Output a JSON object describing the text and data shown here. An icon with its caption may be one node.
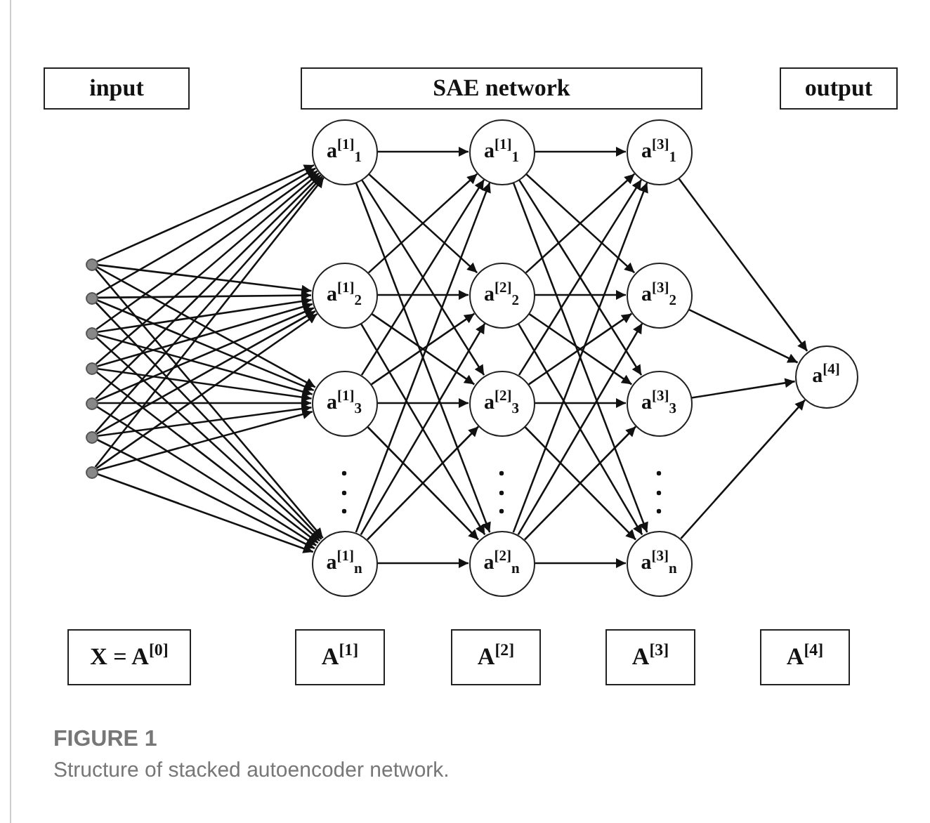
{
  "diagram": {
    "caption": "Structure of stacked autoencoder network.",
    "nodes": [
      {
        "text": [
          "input"
        ]
      },
      {
        "text": [
          "SAE network"
        ]
      },
      {
        "text": [
          "output"
        ]
      },
      {
        "text": [],
        "shape": "circle"
      },
      {
        "text": [],
        "shape": "circle"
      },
      {
        "text": [],
        "shape": "circle"
      },
      {
        "text": [],
        "shape": "circle"
      },
      {
        "text": [],
        "shape": "circle"
      },
      {
        "text": [],
        "shape": "circle"
      },
      {
        "text": [],
        "shape": "circle"
      },
      {
        "text": [
          "a$^{[1]}$$_{1}$"
        ]
      },
      {
        "text": [
          "a$^{[1]}$$_{2}$"
        ]
      },
      {
        "text": [
          "a$^{[1]}$$_{3}$"
        ]
      },
      {
        "text": [
          "a$^{[1]}$$_{n}$"
        ]
      },
      {
        "text": [
          "a$^{[1]}$$_{1}$"
        ]
      },
      {
        "text": [
          "a$^{[2]}$$_{2}$"
        ]
      },
      {
        "text": [
          "a$^{[2]}$$_{3}$"
        ]
      },
      {
        "text": [
          "a$^{[2]}$$_{n}$"
        ]
      },
      {
        "text": [
          "a$^{[3]}$$_{1}$"
        ]
      },
      {
        "text": [
          "a$^{[3]}$$_{2}$"
        ]
      },
      {
        "text": [
          "a$^{[3]}$$_{3}$"
        ]
      },
      {
        "text": [
          "a$^{[3]}$$_{n}$"
        ]
      },
      {
        "text": [
          "a$^{[4]}$"
        ]
      },
      {
        "text": [
          "X = A$^{[0]}$"
        ]
      },
      {
        "text": [
          "A$^{[1]}$"
        ]
      },
      {
        "text": [
          "A$^{[2]}$"
        ]
      },
      {
        "text": [
          "A$^{[3]}$"
        ]
      },
      {
        "text": [
          "A$^{[4]}$"
        ]
      }
    ],
    "edges": [
      {
        "from": 3,
        "to": 10,
        "arrow": "to"
      },
      {
        "from": 3,
        "to": 11,
        "arrow": "to"
      },
      {
        "from": 3,
        "to": 12,
        "arrow": "to"
      },
      {
        "from": 3,
        "to": 13,
        "arrow": "to"
      },
      {
        "from": 4,
        "to": 10,
        "arrow": "to"
      },
      {
        "from": 4,
        "to": 11,
        "arrow": "to"
      },
      {
        "from": 4,
        "to": 12,
        "arrow": "to"
      },
      {
        "from": 4,
        "to": 13,
        "arrow": "to"
      },
      {
        "from": 5,
        "to": 10,
        "arrow": "to"
      },
      {
        "from": 5,
        "to": 11,
        "arrow": "to"
      },
      {
        "from": 5,
        "to": 12,
        "arrow": "to"
      },
      {
        "from": 5,
        "to": 13,
        "arrow": "to"
      },
      {
        "from": 6,
        "to": 10,
        "arrow": "to"
      },
      {
        "from": 6,
        "to": 11,
        "arrow": "to"
      },
      {
        "from": 6,
        "to": 12,
        "arrow": "to"
      },
      {
        "from": 6,
        "to": 13,
        "arrow": "to"
      },
      {
        "from": 7,
        "to": 10,
        "arrow": "to"
      },
      {
        "from": 7,
        "to": 11,
        "arrow": "to"
      },
      {
        "from": 7,
        "to": 12,
        "arrow": "to"
      },
      {
        "from": 7,
        "to": 13,
        "arrow": "to"
      },
      {
        "from": 8,
        "to": 10,
        "arrow": "to"
      },
      {
        "from": 8,
        "to": 11,
        "arrow": "to"
      },
      {
        "from": 8,
        "to": 12,
        "arrow": "to"
      },
      {
        "from": 8,
        "to": 13,
        "arrow": "to"
      },
      {
        "from": 9,
        "to": 10,
        "arrow": "to"
      },
      {
        "from": 9,
        "to": 11,
        "arrow": "to"
      },
      {
        "from": 9,
        "to": 12,
        "arrow": "to"
      },
      {
        "from": 9,
        "to": 13,
        "arrow": "to"
      },
      {
        "from": 10,
        "to": 14,
        "arrow": "to"
      },
      {
        "from": 10,
        "to": 15,
        "arrow": "to"
      },
      {
        "from": 10,
        "to": 16,
        "arrow": "to"
      },
      {
        "from": 10,
        "to": 17,
        "arrow": "to"
      },
      {
        "from": 11,
        "to": 14,
        "arrow": "to"
      },
      {
        "from": 11,
        "to": 15,
        "arrow": "to"
      },
      {
        "from": 11,
        "to": 16,
        "arrow": "to"
      },
      {
        "from": 11,
        "to": 17,
        "arrow": "to"
      },
      {
        "from": 12,
        "to": 14,
        "arrow": "to"
      },
      {
        "from": 12,
        "to": 15,
        "arrow": "to"
      },
      {
        "from": 12,
        "to": 16,
        "arrow": "to"
      },
      {
        "from": 12,
        "to": 17,
        "arrow": "to"
      },
      {
        "from": 13,
        "to": 14,
        "arrow": "to"
      },
      {
        "from": 13,
        "to": 15,
        "arrow": "to"
      },
      {
        "from": 13,
        "to": 16,
        "arrow": "to"
      },
      {
        "from": 13,
        "to": 17,
        "arrow": "to"
      },
      {
        "from": 14,
        "to": 18,
        "arrow": "to"
      },
      {
        "from": 14,
        "to": 19,
        "arrow": "to"
      },
      {
        "from": 14,
        "to": 20,
        "arrow": "to"
      },
      {
        "from": 14,
        "to": 21,
        "arrow": "to"
      },
      {
        "from": 15,
        "to": 18,
        "arrow": "to"
      },
      {
        "from": 15,
        "to": 19,
        "arrow": "to"
      },
      {
        "from": 15,
        "to": 20,
        "arrow": "to"
      },
      {
        "from": 15,
        "to": 21,
        "arrow": "to"
      },
      {
        "from": 16,
        "to": 18,
        "arrow": "to"
      },
      {
        "from": 16,
        "to": 19,
        "arrow": "to"
      },
      {
        "from": 16,
        "to": 20,
        "arrow": "to"
      },
      {
        "from": 16,
        "to": 21,
        "arrow": "to"
      },
      {
        "from": 17,
        "to": 18,
        "arrow": "to"
      },
      {
        "from": 17,
        "to": 19,
        "arrow": "to"
      },
      {
        "from": 17,
        "to": 20,
        "arrow": "to"
      },
      {
        "from": 17,
        "to": 21,
        "arrow": "to"
      },
      {
        "from": 18,
        "to": 22,
        "arrow": "to"
      },
      {
        "from": 19,
        "to": 22,
        "arrow": "to"
      },
      {
        "from": 20,
        "to": 22,
        "arrow": "to"
      },
      {
        "from": 21,
        "to": 22,
        "arrow": "to"
      }
    ],
    "labels": [
      "FIGURE 1"
    ]
  }
}
